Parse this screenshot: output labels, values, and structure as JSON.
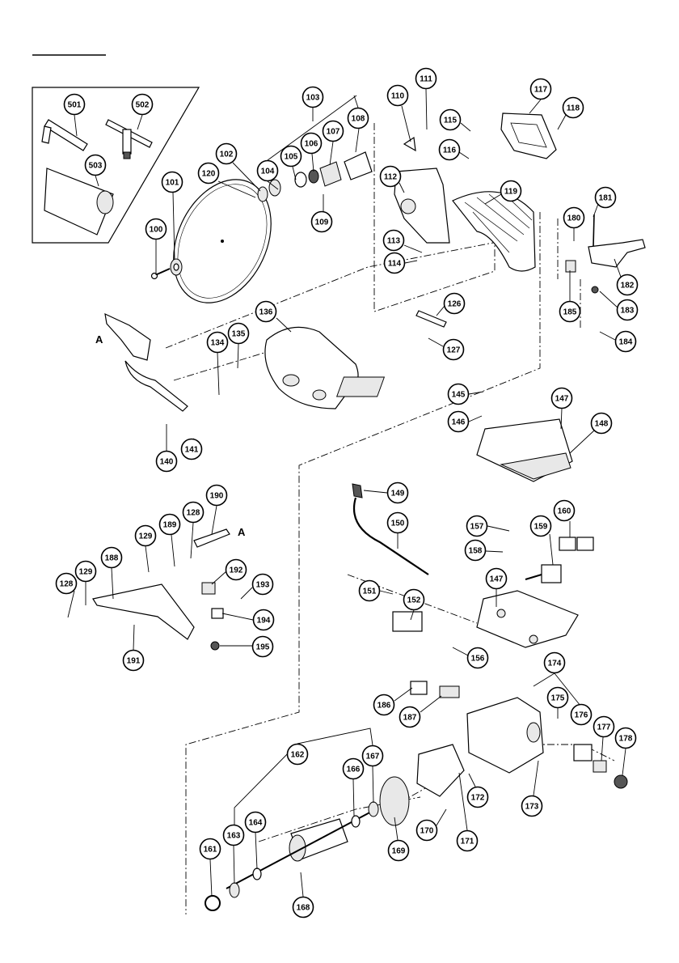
{
  "accessories_box": {
    "labels": [
      "501",
      "502",
      "503"
    ]
  },
  "letter_marks": [
    {
      "id": "mark-a-upper",
      "text": "A"
    },
    {
      "id": "mark-a-lower",
      "text": "A"
    }
  ],
  "callouts": [
    {
      "id": "100",
      "text": "100"
    },
    {
      "id": "101",
      "text": "101"
    },
    {
      "id": "102",
      "text": "102"
    },
    {
      "id": "103",
      "text": "103"
    },
    {
      "id": "104",
      "text": "104"
    },
    {
      "id": "105",
      "text": "105"
    },
    {
      "id": "106",
      "text": "106"
    },
    {
      "id": "107",
      "text": "107"
    },
    {
      "id": "108",
      "text": "108"
    },
    {
      "id": "109",
      "text": "109"
    },
    {
      "id": "110",
      "text": "110"
    },
    {
      "id": "111",
      "text": "111"
    },
    {
      "id": "112",
      "text": "112"
    },
    {
      "id": "113",
      "text": "113"
    },
    {
      "id": "114",
      "text": "114"
    },
    {
      "id": "115",
      "text": "115"
    },
    {
      "id": "116",
      "text": "116"
    },
    {
      "id": "117",
      "text": "117"
    },
    {
      "id": "118",
      "text": "118"
    },
    {
      "id": "119",
      "text": "119"
    },
    {
      "id": "120",
      "text": "120"
    },
    {
      "id": "126",
      "text": "126"
    },
    {
      "id": "127",
      "text": "127"
    },
    {
      "id": "128a",
      "text": "128"
    },
    {
      "id": "128b",
      "text": "128"
    },
    {
      "id": "129a",
      "text": "129"
    },
    {
      "id": "129b",
      "text": "129"
    },
    {
      "id": "134",
      "text": "134"
    },
    {
      "id": "135",
      "text": "135"
    },
    {
      "id": "136",
      "text": "136"
    },
    {
      "id": "140",
      "text": "140"
    },
    {
      "id": "141",
      "text": "141"
    },
    {
      "id": "145",
      "text": "145"
    },
    {
      "id": "146",
      "text": "146"
    },
    {
      "id": "147a",
      "text": "147"
    },
    {
      "id": "147b",
      "text": "147"
    },
    {
      "id": "148",
      "text": "148"
    },
    {
      "id": "149",
      "text": "149"
    },
    {
      "id": "150",
      "text": "150"
    },
    {
      "id": "151",
      "text": "151"
    },
    {
      "id": "152",
      "text": "152"
    },
    {
      "id": "156",
      "text": "156"
    },
    {
      "id": "157",
      "text": "157"
    },
    {
      "id": "158",
      "text": "158"
    },
    {
      "id": "159",
      "text": "159"
    },
    {
      "id": "160",
      "text": "160"
    },
    {
      "id": "161",
      "text": "161"
    },
    {
      "id": "162",
      "text": "162"
    },
    {
      "id": "163",
      "text": "163"
    },
    {
      "id": "164",
      "text": "164"
    },
    {
      "id": "166",
      "text": "166"
    },
    {
      "id": "167",
      "text": "167"
    },
    {
      "id": "168",
      "text": "168"
    },
    {
      "id": "169",
      "text": "169"
    },
    {
      "id": "170",
      "text": "170"
    },
    {
      "id": "171",
      "text": "171"
    },
    {
      "id": "172",
      "text": "172"
    },
    {
      "id": "173",
      "text": "173"
    },
    {
      "id": "174",
      "text": "174"
    },
    {
      "id": "175",
      "text": "175"
    },
    {
      "id": "176",
      "text": "176"
    },
    {
      "id": "177",
      "text": "177"
    },
    {
      "id": "178",
      "text": "178"
    },
    {
      "id": "180",
      "text": "180"
    },
    {
      "id": "181",
      "text": "181"
    },
    {
      "id": "182",
      "text": "182"
    },
    {
      "id": "183",
      "text": "183"
    },
    {
      "id": "184",
      "text": "184"
    },
    {
      "id": "185",
      "text": "185"
    },
    {
      "id": "186",
      "text": "186"
    },
    {
      "id": "187",
      "text": "187"
    },
    {
      "id": "188",
      "text": "188"
    },
    {
      "id": "189",
      "text": "189"
    },
    {
      "id": "190",
      "text": "190"
    },
    {
      "id": "191",
      "text": "191"
    },
    {
      "id": "192",
      "text": "192"
    },
    {
      "id": "193",
      "text": "193"
    },
    {
      "id": "194",
      "text": "194"
    },
    {
      "id": "195",
      "text": "195"
    }
  ]
}
